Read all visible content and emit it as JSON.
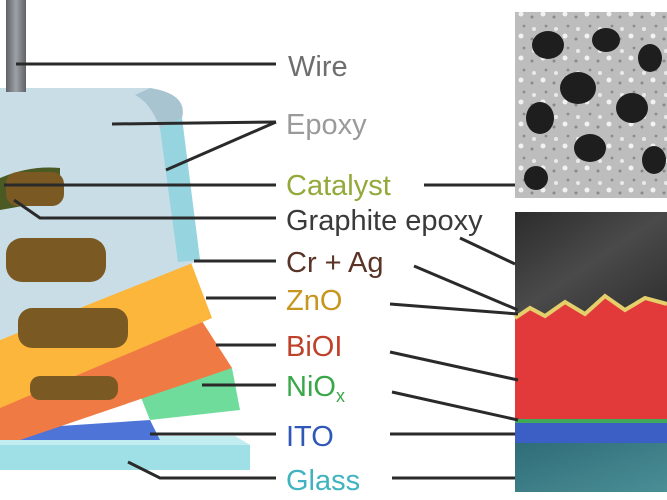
{
  "labels": {
    "wire": "Wire",
    "epoxy": "Epoxy",
    "catalyst": "Catalyst",
    "graphite_epoxy": "Graphite epoxy",
    "cr_ag": "Cr + Ag",
    "zno": "ZnO",
    "bioi": "BiOI",
    "nio_main": "NiO",
    "nio_sub": "x",
    "ito": "ITO",
    "glass": "Glass"
  },
  "colors": {
    "wire_label": "#6e6e6e",
    "epoxy_label": "#9a9a9a",
    "catalyst_label": "#93a93a",
    "graphite_label": "#3a3a3a",
    "cr_ag_label": "#5a3426",
    "zno_label": "#c8961e",
    "bioi_label": "#c0412a",
    "nio_label": "#3aa84a",
    "ito_label": "#2f58b8",
    "glass_label": "#3fb3c0",
    "glass_layer": "#9fe0e6",
    "ito_layer": "#4f74d8",
    "nio_layer": "#6fdc9c",
    "bioi_layer": "#f07a44",
    "zno_layer": "#fdb63c",
    "epoxy_layer": "#c9dde6",
    "electrode": "#7a5a22",
    "sem_bioi": "#e23a3a",
    "sem_ito": "#3b5fc4",
    "sem_glass": "#3c7a86"
  },
  "icons": {
    "device": "layered-photoelectrode-illustration",
    "sem_top": "porous-catalyst-sem-image",
    "sem_bottom": "cross-section-sem-image"
  }
}
